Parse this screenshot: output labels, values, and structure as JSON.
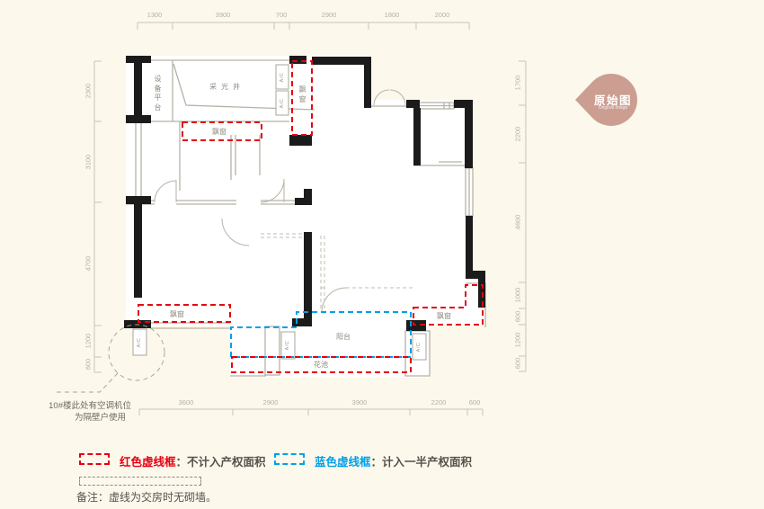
{
  "badge": {
    "title": "原始图",
    "subtitle": "Original Image",
    "color": "#cb9e91"
  },
  "dimensions": {
    "top": [
      "1300",
      "3900",
      "700",
      "2900",
      "1800",
      "2000"
    ],
    "left": [
      "2300",
      "3100",
      "4700",
      "1200",
      "600"
    ],
    "right": [
      "1700",
      "2200",
      "4600",
      "1000",
      "600",
      "1200",
      "600"
    ],
    "bottom": [
      "3600",
      "2900",
      "3900",
      "2200",
      "600"
    ]
  },
  "rooms": {
    "equipment_platform": "设备平台",
    "light_well": "采光井",
    "bay_window": "飘窗",
    "balcony": "阳台",
    "flower_bed": "花池",
    "ac_unit": "A/C"
  },
  "notes": {
    "ac_note_line1": "10#楼此处有空调机位",
    "ac_note_line2": "为隔壁户使用",
    "remark": "备注：虚线为交房时无砌墙。"
  },
  "legend": {
    "red_label": "红色虚线框",
    "red_desc": "：不计入产权面积",
    "blue_label": "蓝色虚线框",
    "blue_desc": "：计入一半产权面积",
    "red_color": "#e60012",
    "blue_color": "#00a0e9"
  }
}
